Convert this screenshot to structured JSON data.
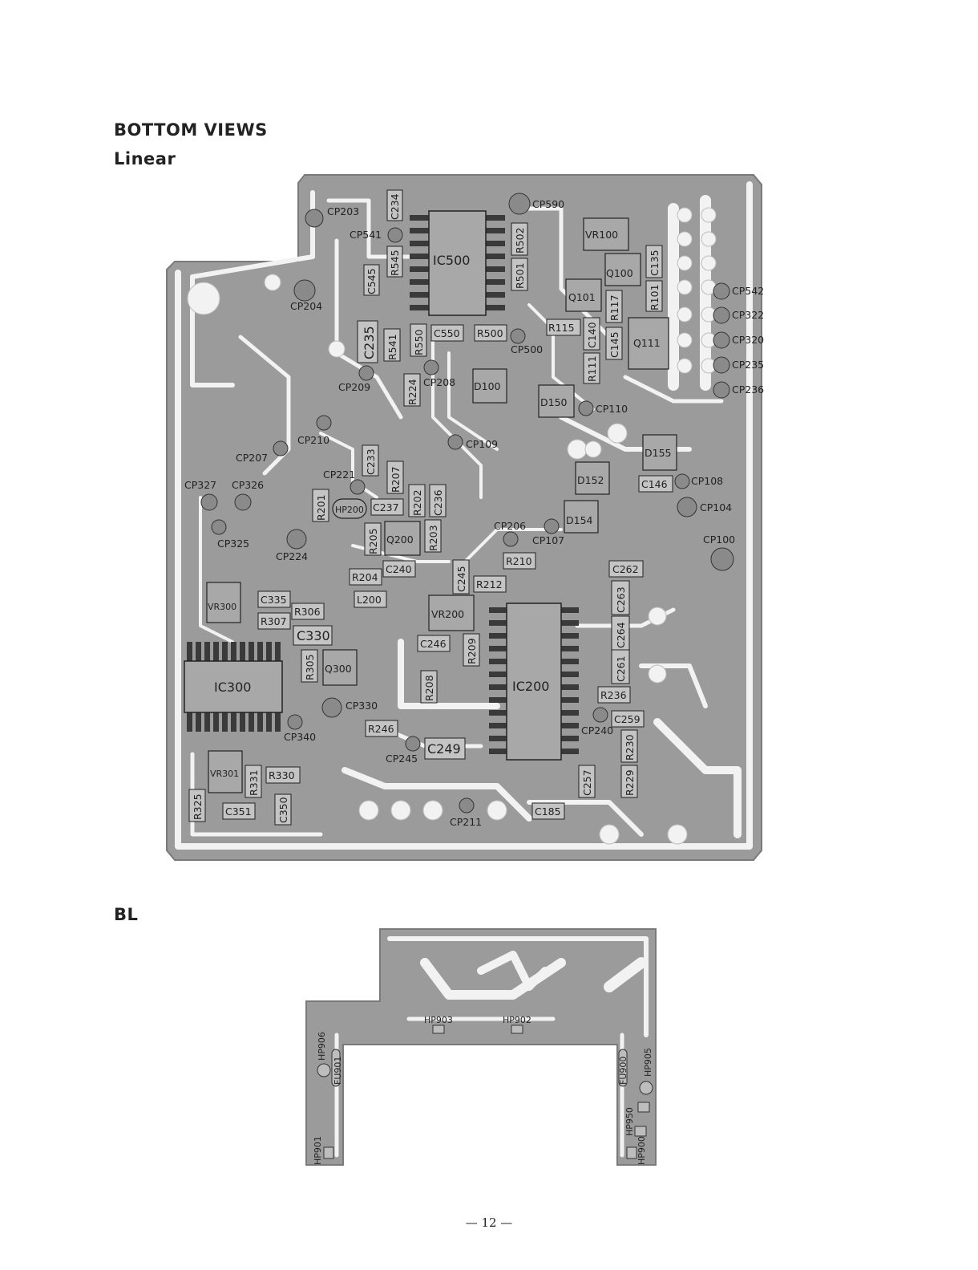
{
  "headings": {
    "bottom_views": "BOTTOM VIEWS",
    "linear": "Linear",
    "bl": "BL"
  },
  "page_number": "— 12 —",
  "linear_board": {
    "ics": [
      "IC500",
      "IC200",
      "IC300"
    ],
    "transistors": [
      "Q100",
      "Q101",
      "Q111",
      "Q200",
      "Q300"
    ],
    "diodes": [
      "D100",
      "D150",
      "D152",
      "D154",
      "D155"
    ],
    "variable_resistors": [
      "VR100",
      "VR200",
      "VR300",
      "VR301"
    ],
    "check_points": [
      "CP203",
      "CP541",
      "CP590",
      "CP204",
      "CP542",
      "CP322",
      "CP320",
      "CP235",
      "CP236",
      "CP500",
      "CP209",
      "CP208",
      "CP110",
      "CP210",
      "CP207",
      "CP109",
      "CP221",
      "CP327",
      "CP326",
      "CP108",
      "CP104",
      "CP206",
      "CP107",
      "CP325",
      "CP224",
      "CP100",
      "CP330",
      "CP340",
      "CP240",
      "CP245",
      "CP211"
    ],
    "components": [
      "C234",
      "R545",
      "C545",
      "R502",
      "R501",
      "C135",
      "R101",
      "R117",
      "R115",
      "C140",
      "C145",
      "R111",
      "C235",
      "R541",
      "R550",
      "C550",
      "R500",
      "R224",
      "C233",
      "R207",
      "R202",
      "C236",
      "R201",
      "HP200",
      "C237",
      "R205",
      "R203",
      "C146",
      "R210",
      "R204",
      "C240",
      "C245",
      "R212",
      "L200",
      "C262",
      "C263",
      "C335",
      "R306",
      "R307",
      "C330",
      "C264",
      "C246",
      "R209",
      "R305",
      "C261",
      "R208",
      "R236",
      "C259",
      "R246",
      "C249",
      "R230",
      "C257",
      "R229",
      "R331",
      "R330",
      "R325",
      "C351",
      "C350",
      "C185"
    ]
  },
  "bl_board": {
    "labels": [
      "HP903",
      "HP902",
      "HP906",
      "FU901",
      "FU900",
      "HP905",
      "HP950",
      "HP901",
      "HP900"
    ]
  }
}
